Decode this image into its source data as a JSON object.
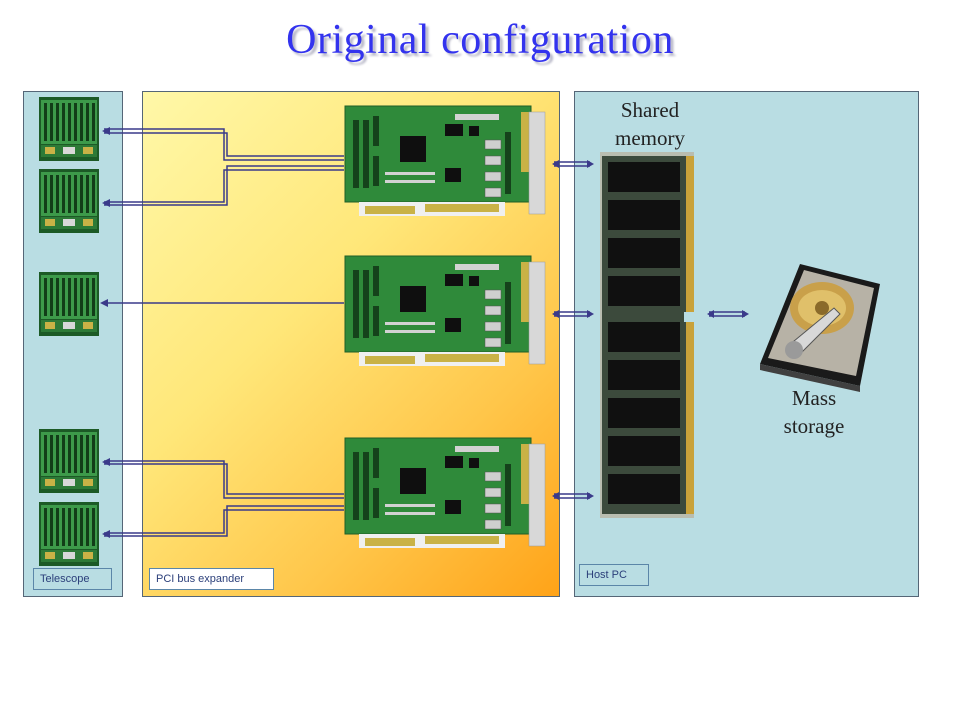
{
  "title": "Original configuration",
  "panels": {
    "telescope": "Telescope",
    "pci": "PCI bus expander",
    "host": "Host PC"
  },
  "labels": {
    "shared_memory": [
      "Shared",
      "memory"
    ],
    "mass_storage": [
      "Mass",
      "storage"
    ]
  },
  "colors": {
    "title": "#3333ee",
    "panel_blue": "#b9dde3",
    "pci_gradient_start": "#fff8a8",
    "pci_gradient_end": "#ffa318",
    "board_green": "#2f8a3a",
    "arrow": "#3a3a8a"
  },
  "icons": [
    "detector-board-icon",
    "pci-card-icon",
    "memory-module-icon",
    "hard-drive-icon"
  ]
}
